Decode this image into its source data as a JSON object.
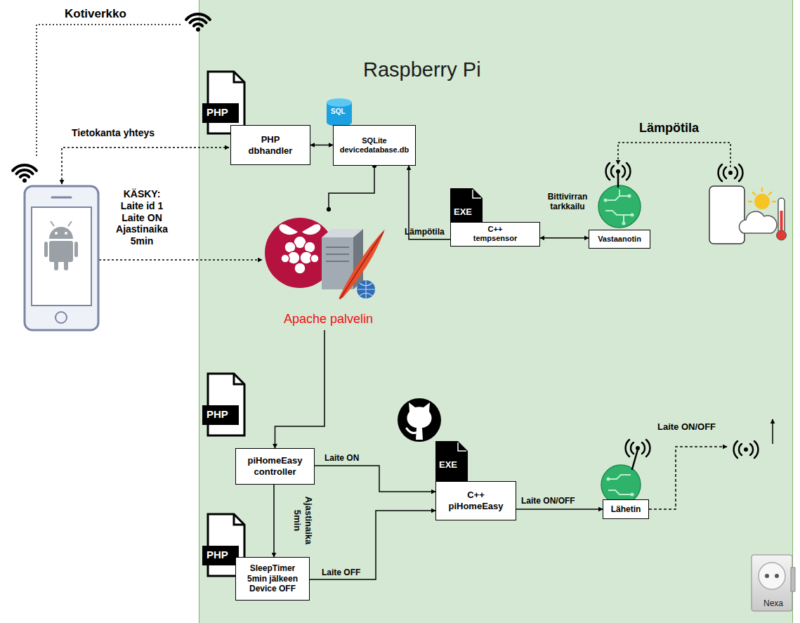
{
  "diagram": {
    "nodes": [
      {
        "text": [
          "Raspberry Pi"
        ]
      },
      {
        "text": [
          "PHP dbhandler"
        ],
        "in": 0
      },
      {
        "text": [
          "SQLite devicedatabase.db"
        ],
        "in": 0
      },
      {
        "text": [
          "Apache palvelin"
        ],
        "in": 0
      },
      {
        "text": [
          "C++ tempsensor"
        ],
        "in": 0
      },
      {
        "text": [
          "Vastaanotin"
        ],
        "in": 0
      },
      {
        "text": [
          "piHomeEasy controller"
        ],
        "in": 0
      },
      {
        "text": [
          "C++ piHomeEasy"
        ],
        "in": 0
      },
      {
        "text": [
          "Lähetin"
        ],
        "in": 0
      },
      {
        "text": [
          "SleepTimer 5min jälkeen Device OFF"
        ],
        "in": 0
      },
      {
        "text": [
          "Nexa"
        ]
      }
    ],
    "edges": [
      {
        "from": 1,
        "to": 2,
        "arrow": "both"
      },
      {
        "from": 4,
        "to": 2,
        "label": "Lämpötila",
        "arrow": "to"
      },
      {
        "from": 4,
        "to": 5,
        "label": "Bittivirran tarkkailu",
        "arrow": "both"
      },
      {
        "from": 2,
        "to": 3,
        "arrow": "none"
      },
      {
        "from": 3,
        "to": 6,
        "arrow": "to"
      },
      {
        "from": 6,
        "to": 7,
        "label": "Laite ON",
        "arrow": "to"
      },
      {
        "from": 6,
        "to": 9,
        "label": "Ajastinaika 5min",
        "arrow": "to"
      },
      {
        "from": 9,
        "to": 7,
        "label": "Laite OFF",
        "arrow": "to"
      },
      {
        "from": 7,
        "to": 8,
        "label": "Laite ON/OFF",
        "arrow": "to"
      },
      {
        "from": 8,
        "to": 10,
        "label": "Laite ON/OFF",
        "arrow": "to"
      }
    ],
    "labels": [
      "Kotiverkko",
      "PHP",
      "SQL",
      "Tietokanta yhteys",
      "Lämpötila",
      "KÄSKY: Laite id 1 Laite ON Ajastinaika 5min",
      "EXE",
      "PHP",
      "EXE",
      "PHP"
    ]
  }
}
